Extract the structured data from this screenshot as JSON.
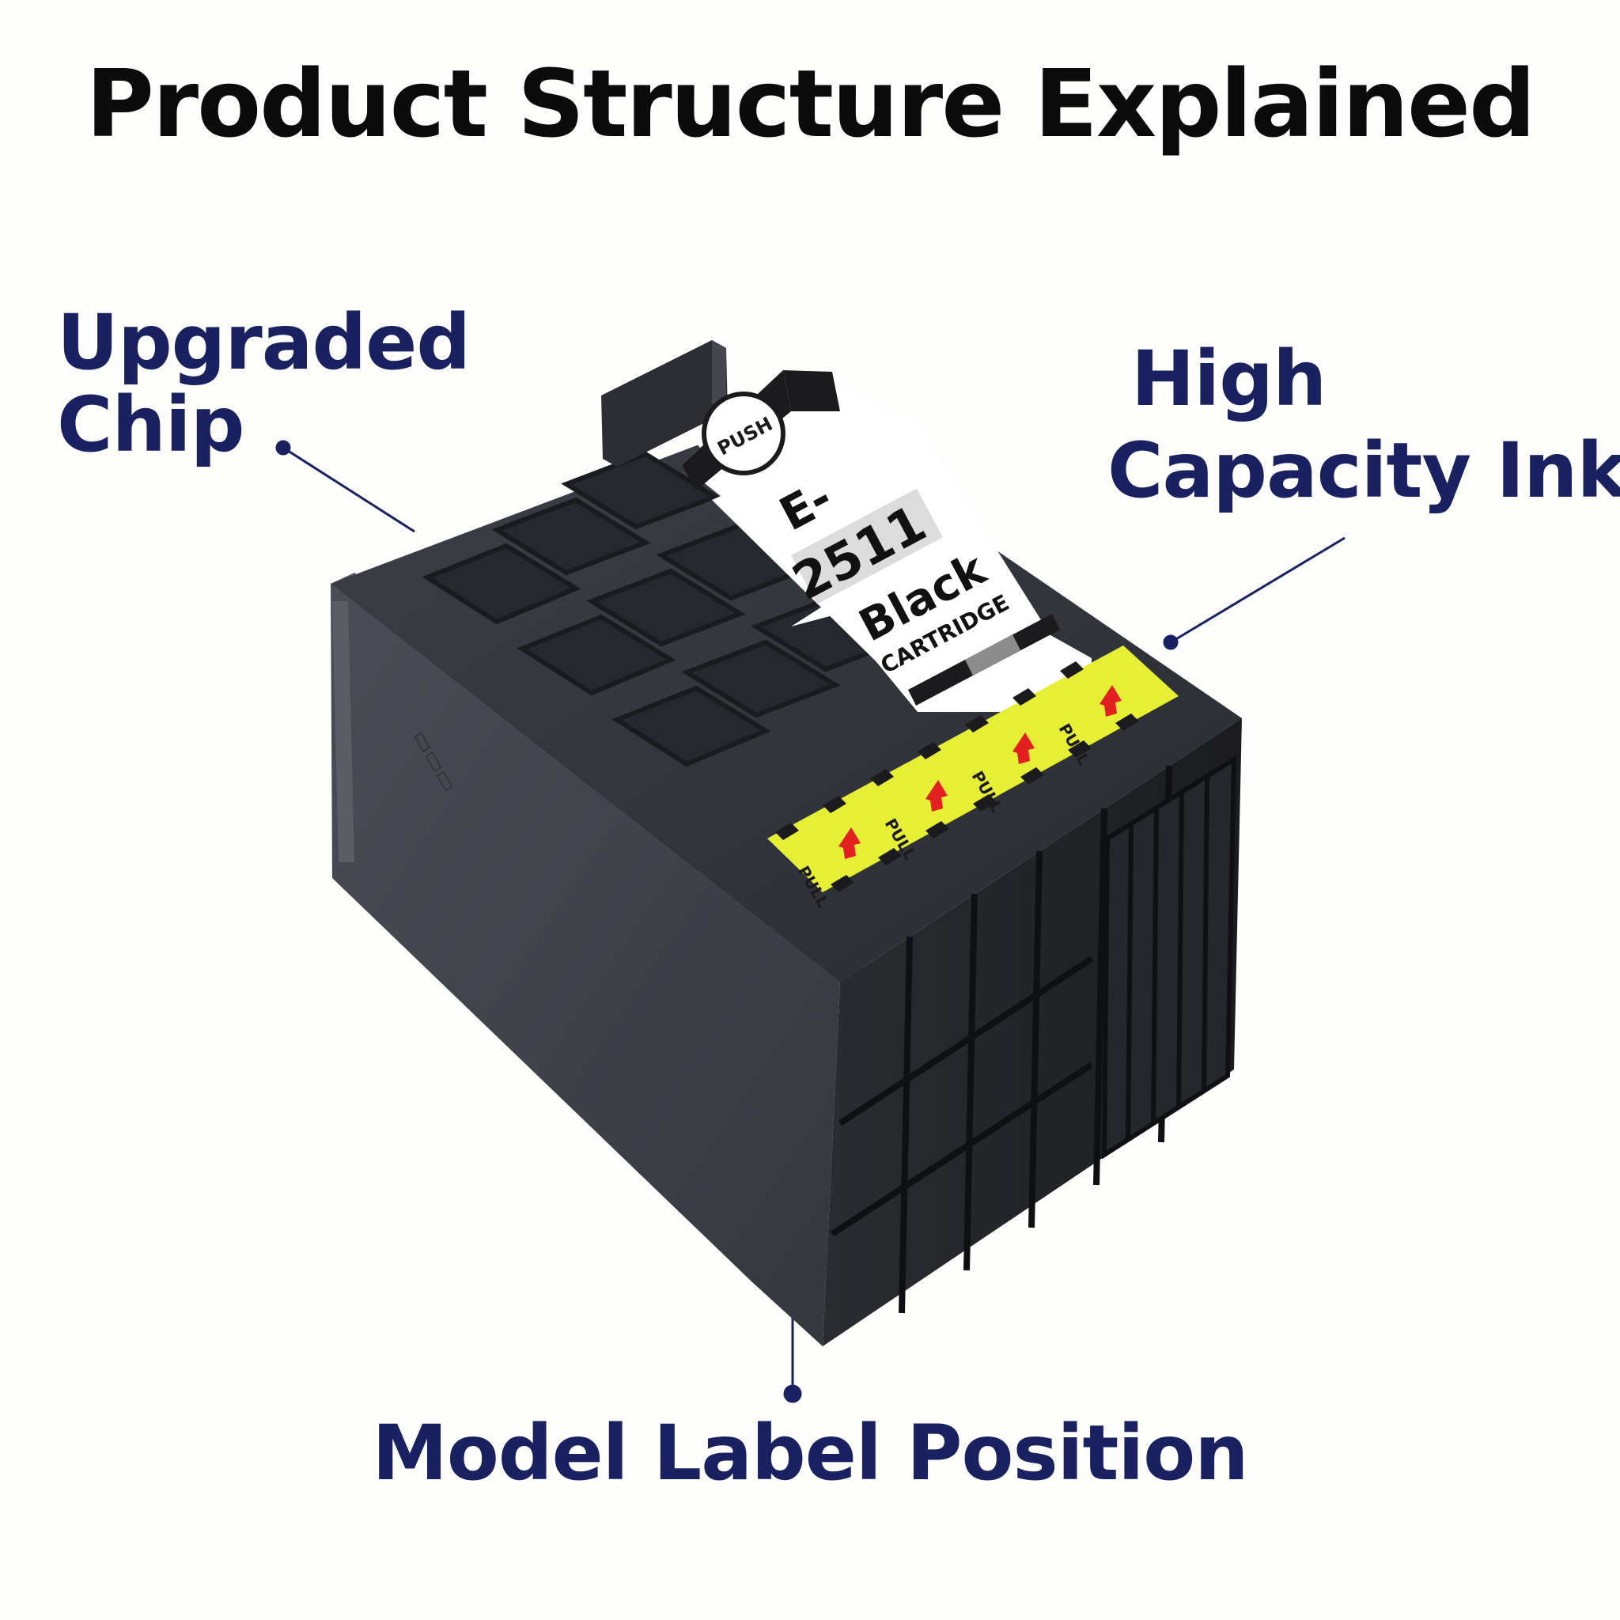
{
  "title": "Product Structure Explained",
  "callouts": {
    "chip": [
      "Upgraded",
      "Chip"
    ],
    "ink": [
      "High",
      "Capacity Ink"
    ],
    "model_label": "Model Label Position"
  },
  "cartridge_label": {
    "push": "PUSH",
    "model_prefix": "E-",
    "model_number": "2511",
    "color": "Black",
    "type": "CARTRIDGE",
    "pull_text": "PULL"
  },
  "colors": {
    "title": "#0b0b0b",
    "callout": "#1a2160",
    "leader_line": "#1a2160",
    "cartridge_body": "#3b3e45",
    "cartridge_dark": "#1f2126",
    "seal_yellow": "#e6ef34",
    "arrow_red": "#e22020"
  }
}
